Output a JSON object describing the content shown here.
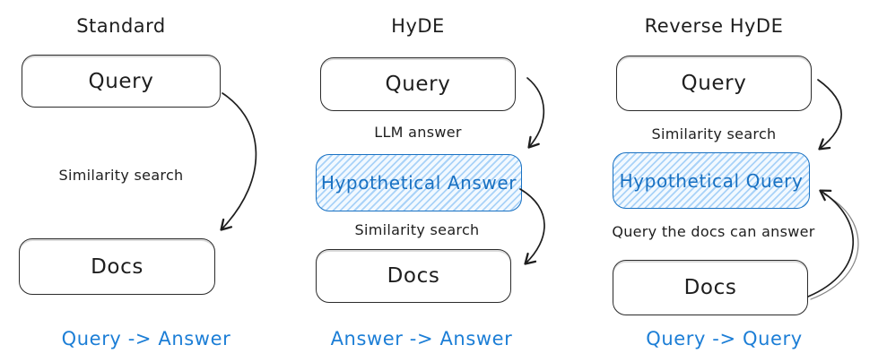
{
  "diagram": {
    "colors": {
      "ink": "#1e1e1e",
      "accent_blue": "#1971c2",
      "summary_blue": "#1c7ed6",
      "highlight_fill": "#a5d8ff"
    },
    "columns": [
      {
        "title": "Standard",
        "nodes": [
          {
            "label": "Query",
            "highlight": false
          },
          {
            "label": "Docs",
            "highlight": false
          }
        ],
        "edge_labels": [
          "Similarity search"
        ],
        "summary": "Query -> Answer"
      },
      {
        "title": "HyDE",
        "nodes": [
          {
            "label": "Query",
            "highlight": false
          },
          {
            "label": "Hypothetical Answer",
            "highlight": true
          },
          {
            "label": "Docs",
            "highlight": false
          }
        ],
        "edge_labels": [
          "LLM answer",
          "Similarity search"
        ],
        "summary": "Answer -> Answer"
      },
      {
        "title": "Reverse HyDE",
        "nodes": [
          {
            "label": "Query",
            "highlight": false
          },
          {
            "label": "Hypothetical Query",
            "highlight": true
          },
          {
            "label": "Docs",
            "highlight": false
          }
        ],
        "edge_labels": [
          "Similarity search",
          "Query the docs can answer"
        ],
        "summary": "Query -> Query"
      }
    ]
  }
}
